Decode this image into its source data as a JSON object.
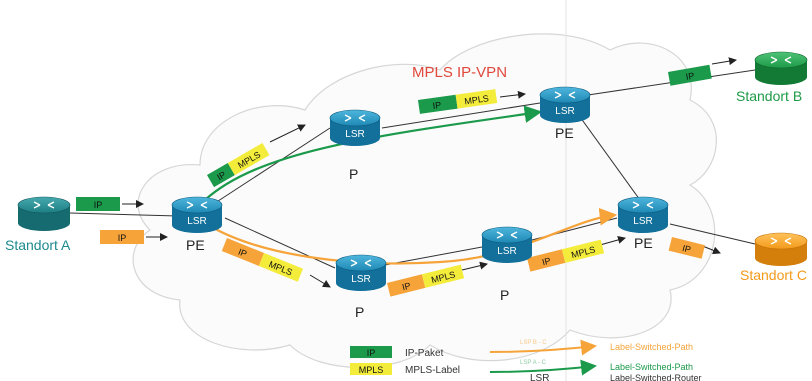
{
  "cloud_title": "MPLS IP-VPN",
  "sites": {
    "a": "Standort  A",
    "b": "Standort B",
    "c": "Standort C"
  },
  "router_label": "LSR",
  "roles": {
    "pe": "PE",
    "p": "P"
  },
  "packet_ip": "IP",
  "packet_mpls": "MPLS",
  "legend": {
    "ip_tag": "IP",
    "ip_text": "IP-Paket",
    "mpls_tag": "MPLS",
    "mpls_text": "MPLS-Label",
    "lsp_b_tag": "LSP B - C",
    "lsp_b_text": "Label-Switched-Path",
    "lsp_a_tag": "LSP A - C",
    "lsp_a_text": "Label-Switched-Path",
    "lsr_tag": "LSR",
    "lsr_text": "Label-Switched-Router"
  },
  "colors": {
    "ip_green": "#1a9a4a",
    "mpls_yellow": "#f4ec3b",
    "orange": "#f6a43a",
    "router_blue": "#1e88b4",
    "site_teal": "#1d8a8f",
    "site_green": "#1d9a47",
    "site_orange": "#f39a1b",
    "lsp_green": "#1a9a4a",
    "lsp_orange": "#f6a43a"
  }
}
